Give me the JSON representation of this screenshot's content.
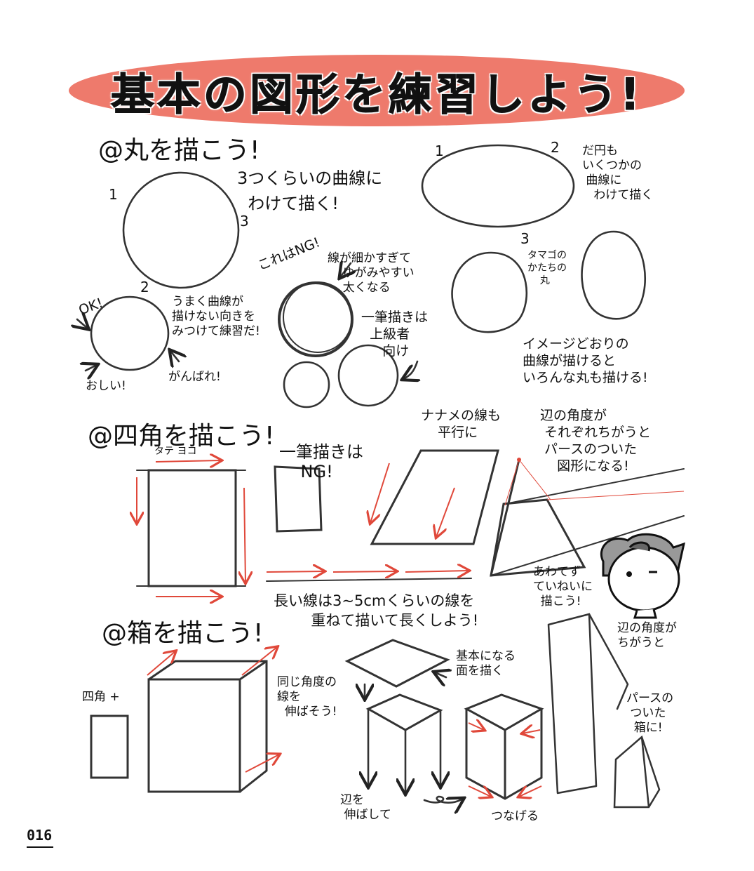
{
  "title": "基本の図形を練習しよう!",
  "colors": {
    "banner": "#ee7a6c",
    "arrow_red": "#e0483a",
    "ink": "#111111"
  },
  "circle_section": {
    "heading": "@丸を描こう!",
    "tip_three_curves": "3つくらいの曲線に\n  わけて描く!",
    "circle_labels": [
      "1",
      "2",
      "3"
    ],
    "ellipse_labels": [
      "1",
      "2",
      "3"
    ],
    "ellipse_tip": "だ円も\nいくつかの\n 曲線に\n   わけて描く",
    "ng_label": "これはNG!",
    "ng_thick_tip": "線が細かすぎて\n    ゆがみやすい\n    太くなる",
    "one_stroke_tip": "一筆描きは\n  上級者\n     向け",
    "ok_label": "OK!",
    "practice_tip": "うまく曲線が\n描けない向きを\nみつけて練習だ!",
    "close_label": "おしい!",
    "cheer_label": "がんばれ!",
    "egg_label": "タマゴの\nかたちの\n    丸",
    "image_tip": "イメージどおりの\n曲線が描けると\nいろんな丸も描ける!"
  },
  "square_section": {
    "heading": "@四角を描こう!",
    "tate_yoko": "タテ ヨコ",
    "one_stroke_ng": "一筆描きは\n    NG!",
    "diagonal_parallel": "ナナメの線も\n    平行に",
    "perspective_tip": "辺の角度が\n それぞれちがうと\n パースのついた\n    図形になる!",
    "long_line_tip": "長い線は3~5cmくらいの線を\n        重ねて描いて長くしよう!",
    "careful_tip": "あわてず\nていねいに\n  描こう!"
  },
  "box_section": {
    "heading": "@箱を描こう!",
    "square_plus": "四角 +",
    "same_angle_tip": "同じ角度の\n線を\n  伸ばそう!",
    "base_face_tip": "基本になる\n面を描く",
    "extend_edges": "辺を\n 伸ばして",
    "connect": "つなげる",
    "angle_differs": "辺の角度が\nちがうと",
    "perspective_box": "パースの\n ついた\n  箱に!"
  },
  "footer": {
    "page_number": "016"
  }
}
